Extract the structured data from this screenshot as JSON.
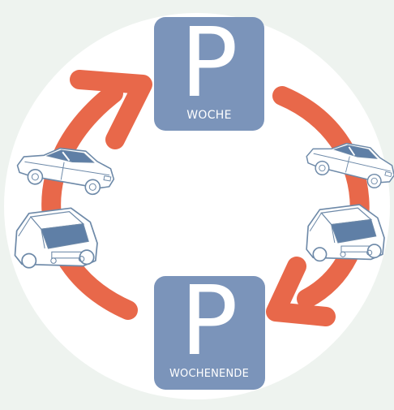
{
  "signs": {
    "weekday": {
      "letter": "P",
      "label": "WOCHE"
    },
    "weekend": {
      "letter": "P",
      "label": "WOCHENENDE"
    }
  },
  "colors": {
    "background": "#eef3ef",
    "circle": "#ffffff",
    "arrow": "#e8684a",
    "sign": "#7b94ba",
    "car_outline": "#6d89a8"
  },
  "icons": {
    "cars": [
      "sedan-car-icon",
      "mini-car-icon",
      "sedan-car-icon",
      "mini-car-icon"
    ],
    "arrows": [
      "cycle-arrow-icon",
      "cycle-arrow-icon"
    ]
  }
}
